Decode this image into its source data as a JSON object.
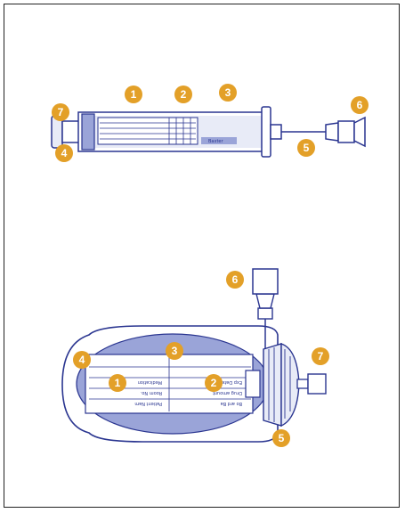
{
  "colors": {
    "outline": "#2a3590",
    "fill_light": "#e8ebf7",
    "fill_mid": "#9aa4d8",
    "badge": "#e3a028"
  },
  "syringe": {
    "badges": [
      "1",
      "2",
      "3",
      "4",
      "5",
      "6",
      "7"
    ],
    "brand_label": "Baxter"
  },
  "bag": {
    "badges": [
      "1",
      "2",
      "3",
      "4",
      "5",
      "6",
      "7"
    ],
    "label_lines": [
      "Patient Nam",
      "Room No.",
      "Medication",
      "Bo ard Ba",
      "Drug amount",
      "Exp Date"
    ]
  }
}
